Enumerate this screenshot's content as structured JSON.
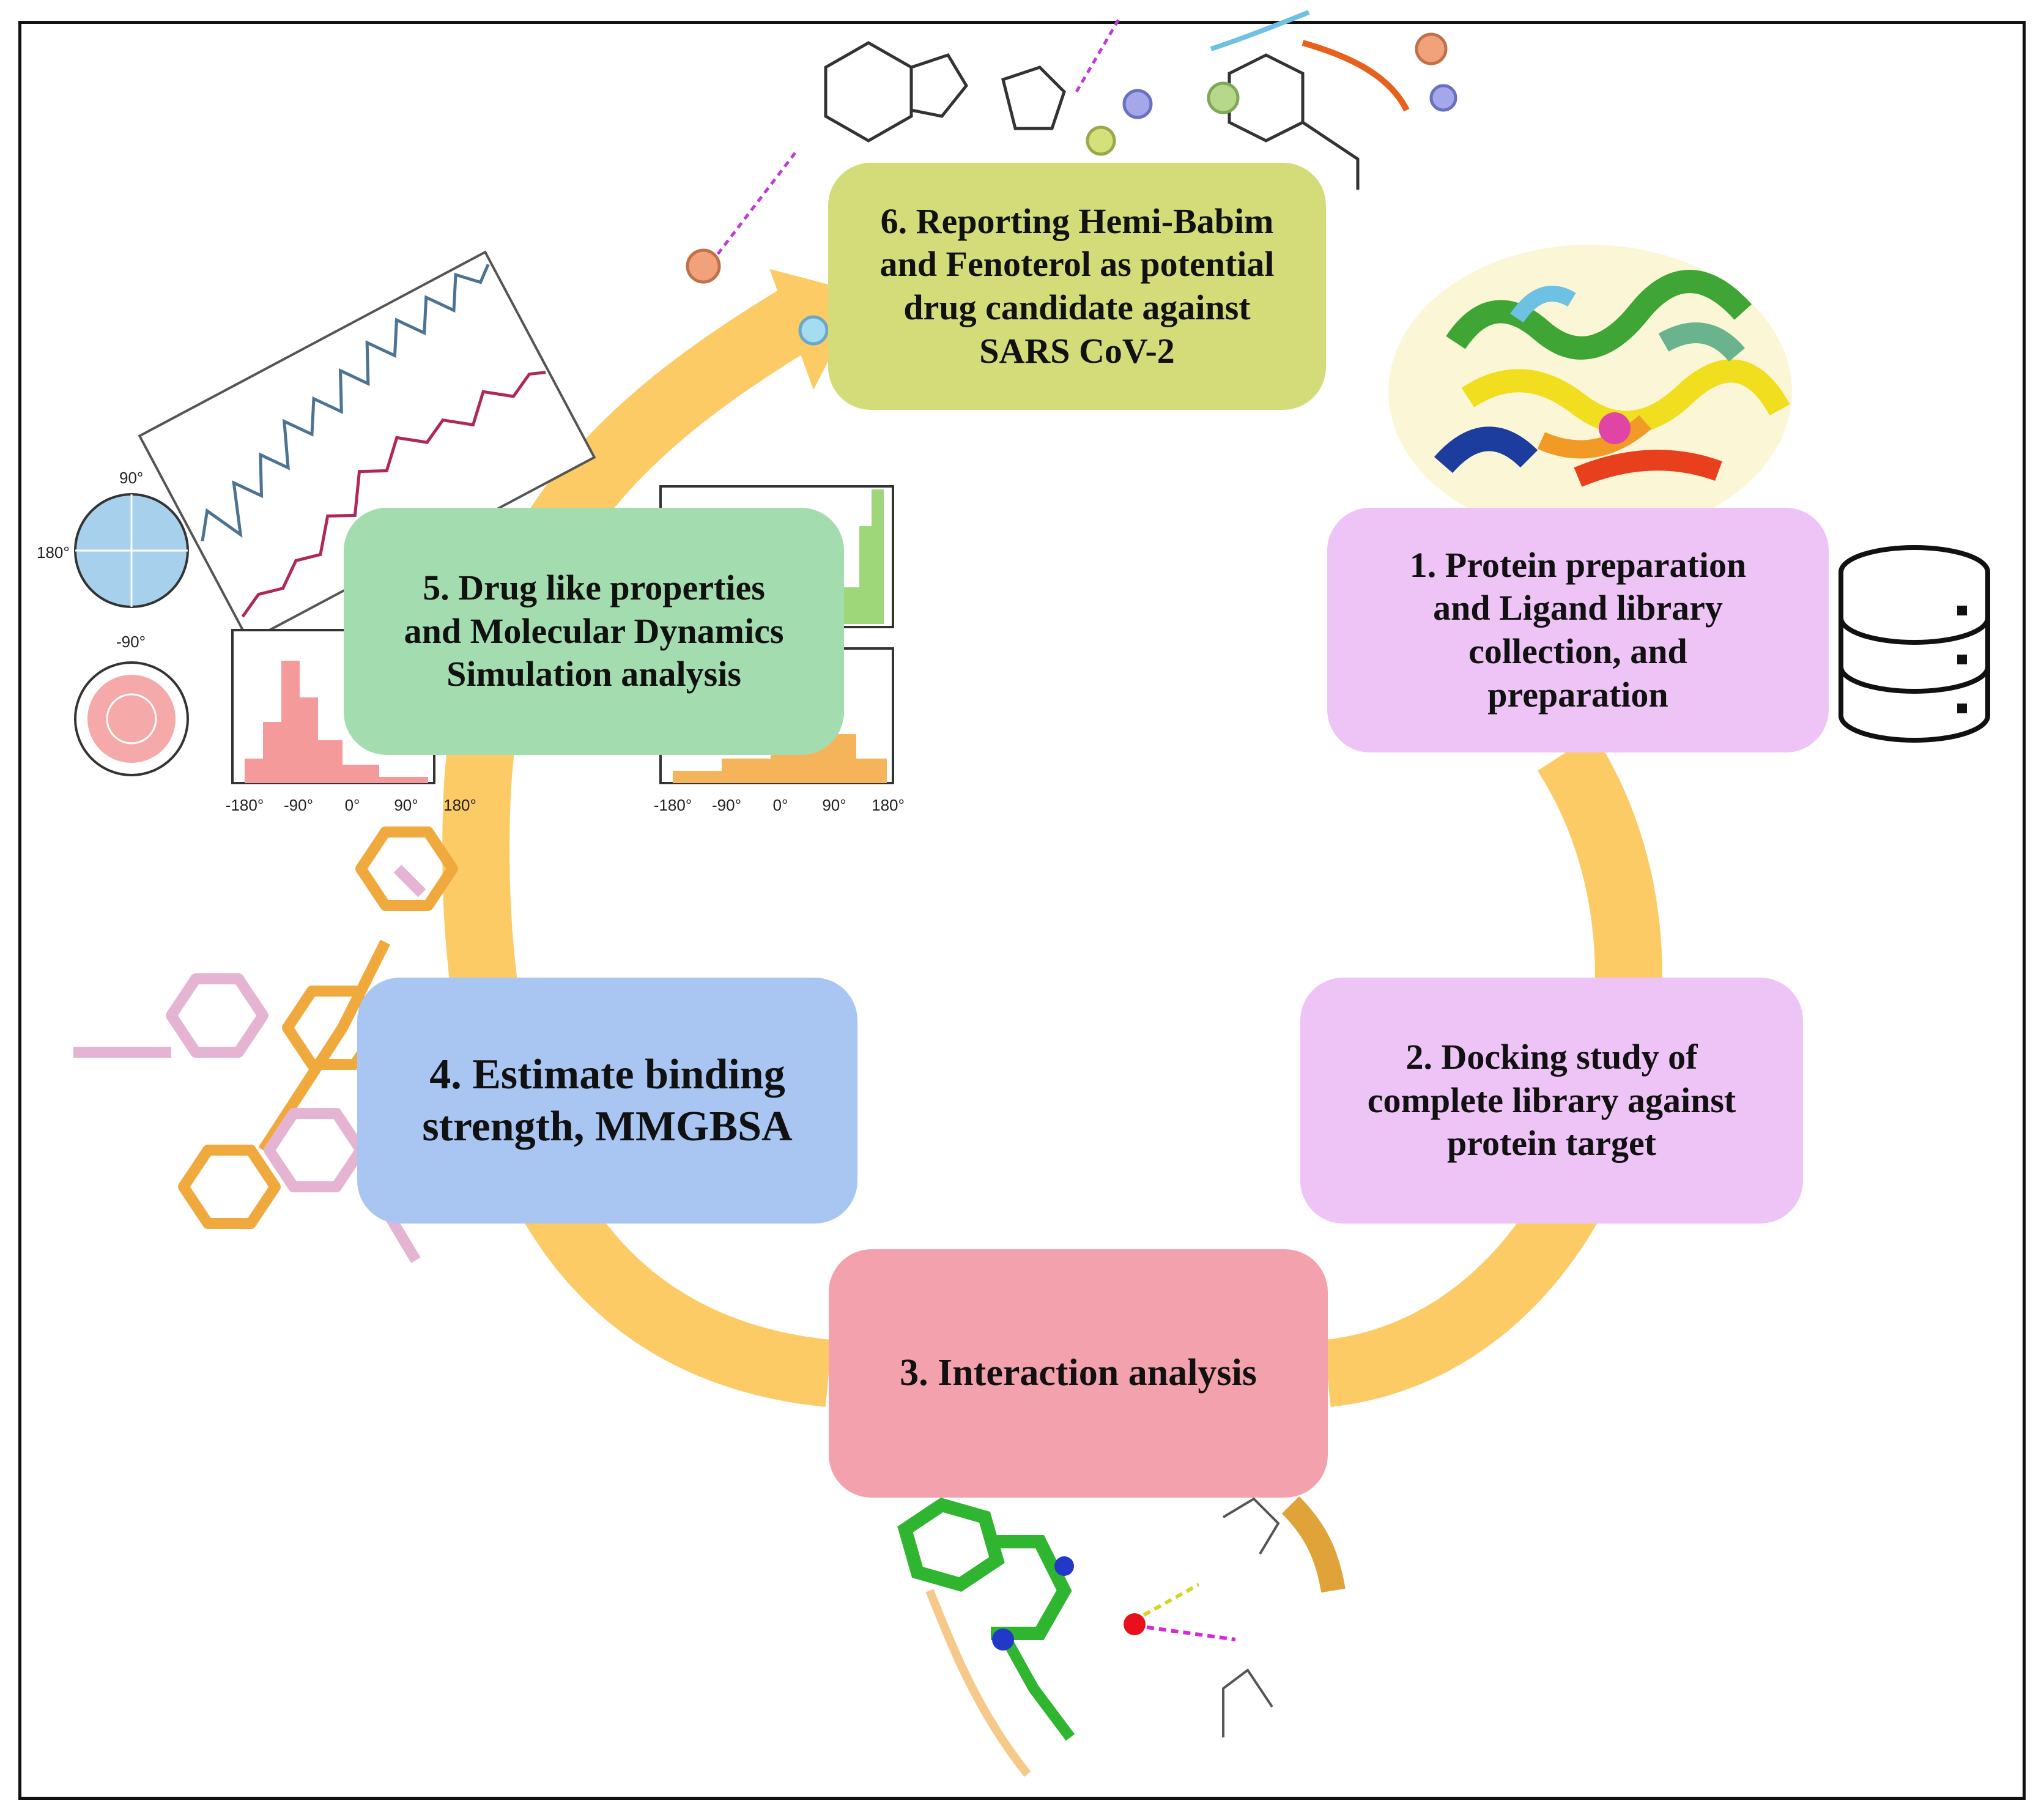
{
  "steps": {
    "s1": {
      "lines": [
        "1. Protein preparation",
        "and Ligand library",
        "collection, and",
        "preparation"
      ]
    },
    "s2": {
      "lines": [
        "2. Docking study of",
        "complete library against",
        "protein target"
      ]
    },
    "s3": {
      "lines": [
        "3. Interaction analysis"
      ]
    },
    "s4": {
      "lines": [
        "4. Estimate binding",
        "strength, MMGBSA"
      ]
    },
    "s5": {
      "lines": [
        "5. Drug like properties",
        "and Molecular Dynamics",
        "Simulation analysis"
      ]
    },
    "s6": {
      "lines": [
        "6. Reporting Hemi-Babim",
        "and Fenoterol as potential",
        "drug candidate against",
        "SARS CoV-2"
      ]
    }
  },
  "angle_ticks": [
    "-180°",
    "-90°",
    "0°",
    "90°",
    "180°"
  ],
  "polar_labels": {
    "top": "90°",
    "left": "180°",
    "bottom": "-90°"
  },
  "colors": {
    "cycle_arrow": "#fccb66",
    "step_pink": "#eec3f5",
    "step_red": "#f2a1ad",
    "step_blue": "#a9c5f2",
    "step_green": "#a3dcae",
    "step_olive": "#d4dc7a"
  },
  "icons": [
    "database-icon",
    "protein-structure-image",
    "ligand-overlay-image",
    "interaction-3d-image",
    "2d-interaction-diagram",
    "md-trajectory-plot",
    "ramachandran-histograms"
  ]
}
